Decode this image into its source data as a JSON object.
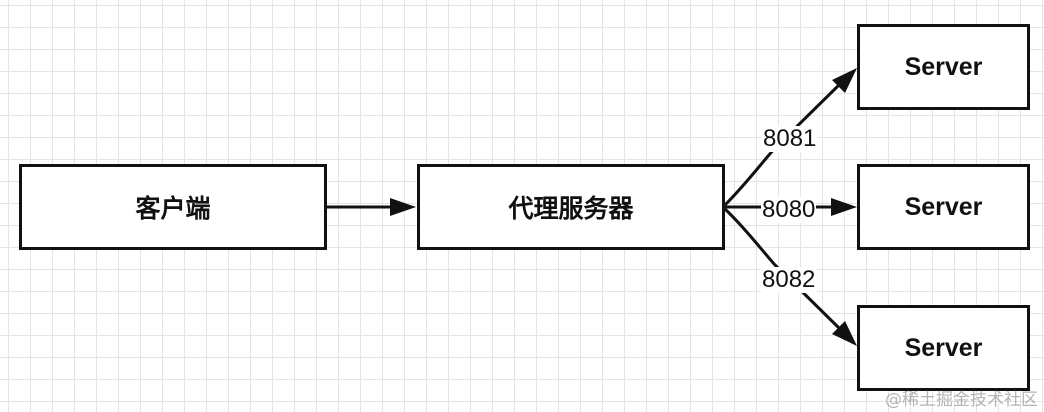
{
  "diagram": {
    "client_label": "客户端",
    "proxy_label": "代理服务器",
    "servers": [
      {
        "label": "Server",
        "port": "8081"
      },
      {
        "label": "Server",
        "port": "8080"
      },
      {
        "label": "Server",
        "port": "8082"
      }
    ]
  },
  "watermark": "@稀土掘金技术社区",
  "colors": {
    "stroke": "#111111",
    "grid": "#e4e4e4",
    "background": "#ffffff"
  }
}
